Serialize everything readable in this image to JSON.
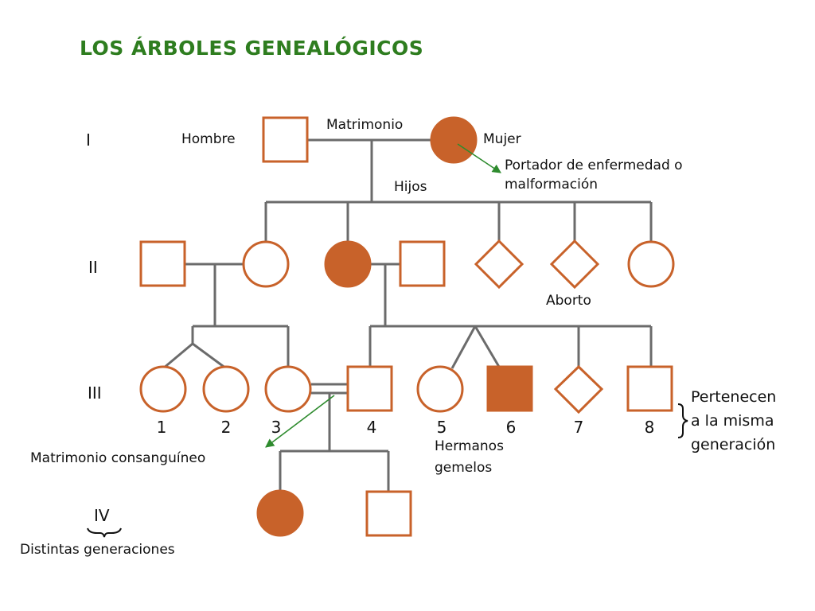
{
  "title": "LOS ÁRBOLES GENEALÓGICOS",
  "colors": {
    "line": "#6b6b6b",
    "shape_stroke": "#c8622a",
    "affected": "#c8622a",
    "arrow": "#2e8b2e",
    "title": "#2e7d1f"
  },
  "generations": {
    "g1": "I",
    "g2": "II",
    "g3": "III",
    "g4": "IV"
  },
  "labels": {
    "hombre": "Hombre",
    "matrimonio": "Matrimonio",
    "mujer": "Mujer",
    "portador_1": "Portador de enfermedad o",
    "portador_2": "malformación",
    "hijos": "Hijos",
    "aborto": "Aborto",
    "consanguineo": "Matrimonio consanguíneo",
    "gemelos_1": "Hermanos",
    "gemelos_2": "gemelos",
    "distintas": "Distintas generaciones",
    "pertenecen_1": "Pertenecen",
    "pertenecen_2": "a la misma",
    "pertenecen_3": "generación"
  },
  "gen3_numbers": [
    "1",
    "2",
    "3",
    "4",
    "5",
    "6",
    "7",
    "8"
  ]
}
